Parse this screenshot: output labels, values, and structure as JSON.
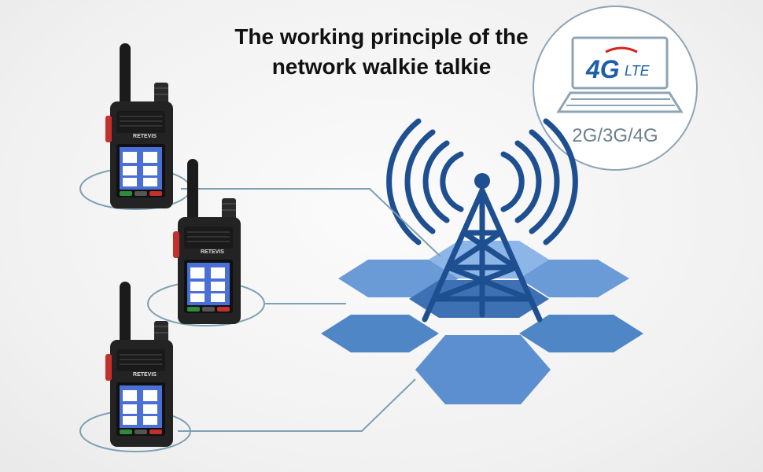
{
  "title": {
    "line1": "The working principle of the",
    "line2": "network walkie talkie"
  },
  "network_badge": {
    "logo_number": "4G",
    "logo_suffix": "LTE",
    "networks": "2G/3G/4G"
  },
  "radio": {
    "brand": "RETEVIS"
  },
  "colors": {
    "hexagon_fill": "#4f86c6",
    "hexagon_dark": "#3e70b4",
    "tower": "#1d4f91",
    "line": "#7f9fb3",
    "logo_red": "#d9201a",
    "logo_blue": "#1d5fa8"
  }
}
